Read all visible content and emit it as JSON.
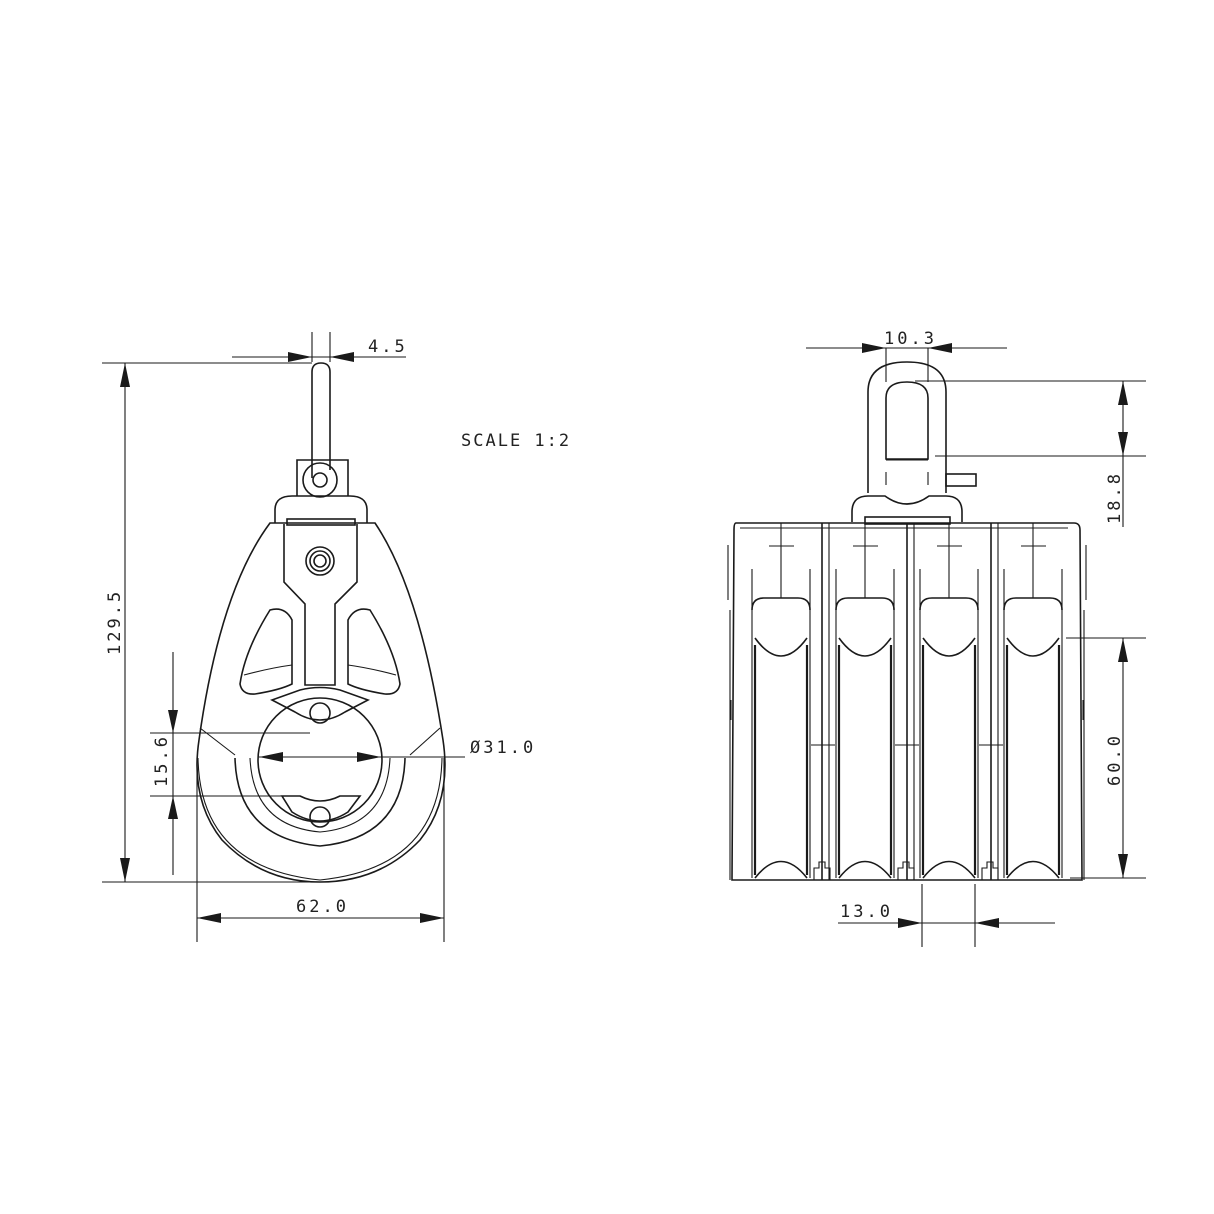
{
  "drawing": {
    "scale_label": "SCALE  1:2",
    "line_color": "#1a1a1a",
    "background": "#ffffff"
  },
  "side_view": {
    "dimensions": {
      "shackle_width": "4.5",
      "overall_height": "129.5",
      "pin_spacing": "15.6",
      "sheave_diameter": "Ø31.0",
      "block_width": "62.0"
    }
  },
  "front_view": {
    "sheave_count": 4,
    "dimensions": {
      "shackle_width": "10.3",
      "shackle_opening": "18.8",
      "sheave_height": "60.0",
      "sheave_pitch": "13.0"
    }
  }
}
